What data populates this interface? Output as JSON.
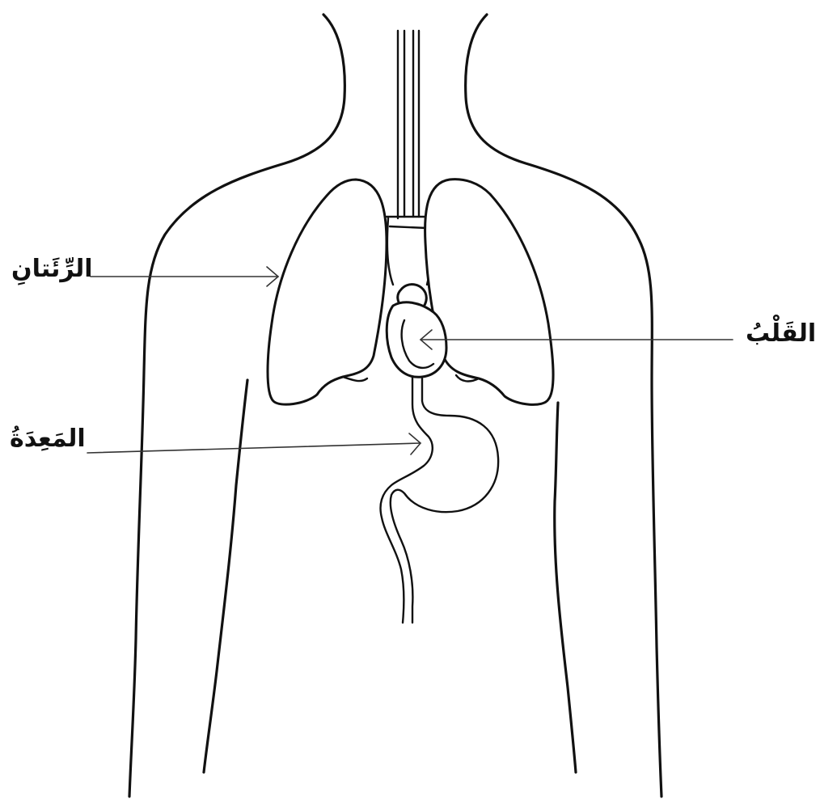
{
  "labels": {
    "lungs": "الرِّئَتانِ",
    "heart": "القَلْبُ",
    "stomach": "المَعِدَةُ"
  },
  "colors": {
    "line": "#111111",
    "background": "#ffffff"
  }
}
